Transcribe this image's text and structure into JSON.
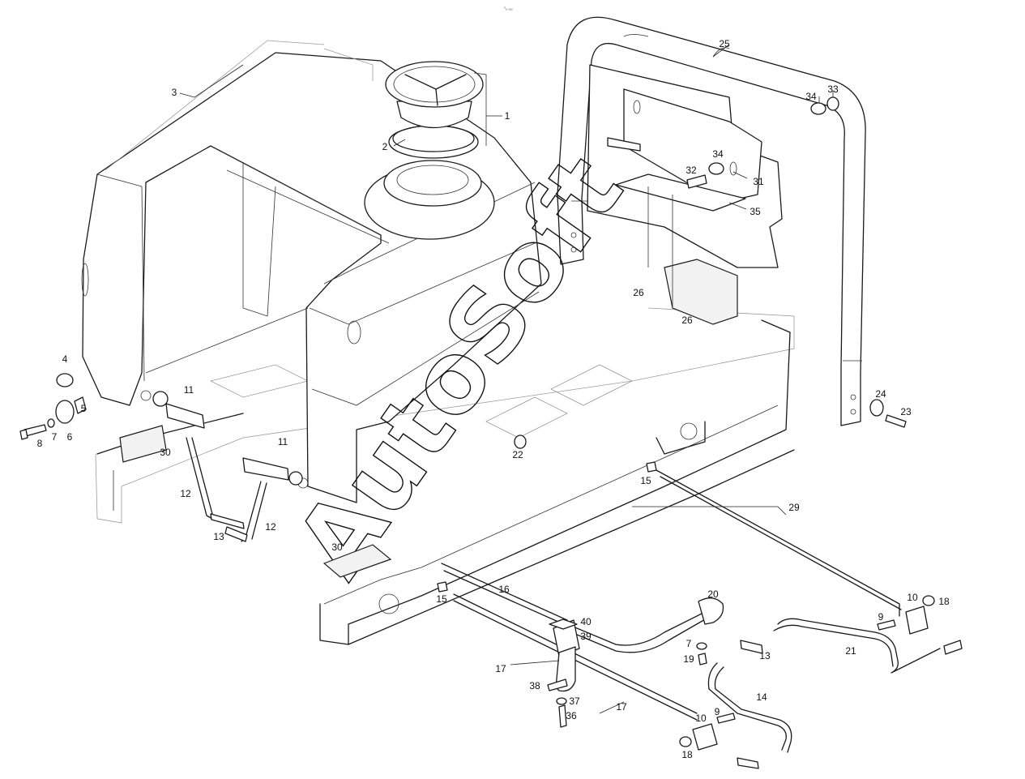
{
  "header_code": "⁰ₐ ₓₐₒ",
  "watermark": "AutoSoft",
  "callouts": [
    {
      "id": "c1",
      "text": "1"
    },
    {
      "id": "c2",
      "text": "2"
    },
    {
      "id": "c3",
      "text": "3"
    },
    {
      "id": "c4",
      "text": "4"
    },
    {
      "id": "c5",
      "text": "5"
    },
    {
      "id": "c6",
      "text": "6"
    },
    {
      "id": "c7a",
      "text": "7"
    },
    {
      "id": "c7b",
      "text": "7"
    },
    {
      "id": "c8",
      "text": "8"
    },
    {
      "id": "c9a",
      "text": "9"
    },
    {
      "id": "c9b",
      "text": "9"
    },
    {
      "id": "c10a",
      "text": "10"
    },
    {
      "id": "c10b",
      "text": "10"
    },
    {
      "id": "c11a",
      "text": "11"
    },
    {
      "id": "c11b",
      "text": "11"
    },
    {
      "id": "c12a",
      "text": "12"
    },
    {
      "id": "c12b",
      "text": "12"
    },
    {
      "id": "c13a",
      "text": "13"
    },
    {
      "id": "c13b",
      "text": "13"
    },
    {
      "id": "c14",
      "text": "14"
    },
    {
      "id": "c15a",
      "text": "15"
    },
    {
      "id": "c15b",
      "text": "15"
    },
    {
      "id": "c16",
      "text": "16"
    },
    {
      "id": "c17a",
      "text": "17"
    },
    {
      "id": "c17b",
      "text": "17"
    },
    {
      "id": "c18a",
      "text": "18"
    },
    {
      "id": "c18b",
      "text": "18"
    },
    {
      "id": "c19",
      "text": "19"
    },
    {
      "id": "c20",
      "text": "20"
    },
    {
      "id": "c21",
      "text": "21"
    },
    {
      "id": "c22",
      "text": "22"
    },
    {
      "id": "c23",
      "text": "23"
    },
    {
      "id": "c24",
      "text": "24"
    },
    {
      "id": "c25",
      "text": "25"
    },
    {
      "id": "c26a",
      "text": "26"
    },
    {
      "id": "c26b",
      "text": "26"
    },
    {
      "id": "c29",
      "text": "29"
    },
    {
      "id": "c30a",
      "text": "30"
    },
    {
      "id": "c30b",
      "text": "30"
    },
    {
      "id": "c31",
      "text": "31"
    },
    {
      "id": "c32",
      "text": "32"
    },
    {
      "id": "c33",
      "text": "33"
    },
    {
      "id": "c34a",
      "text": "34"
    },
    {
      "id": "c34b",
      "text": "34"
    },
    {
      "id": "c35",
      "text": "35"
    },
    {
      "id": "c36",
      "text": "36"
    },
    {
      "id": "c37",
      "text": "37"
    },
    {
      "id": "c38",
      "text": "38"
    },
    {
      "id": "c39",
      "text": "39"
    },
    {
      "id": "c40",
      "text": "40"
    }
  ]
}
